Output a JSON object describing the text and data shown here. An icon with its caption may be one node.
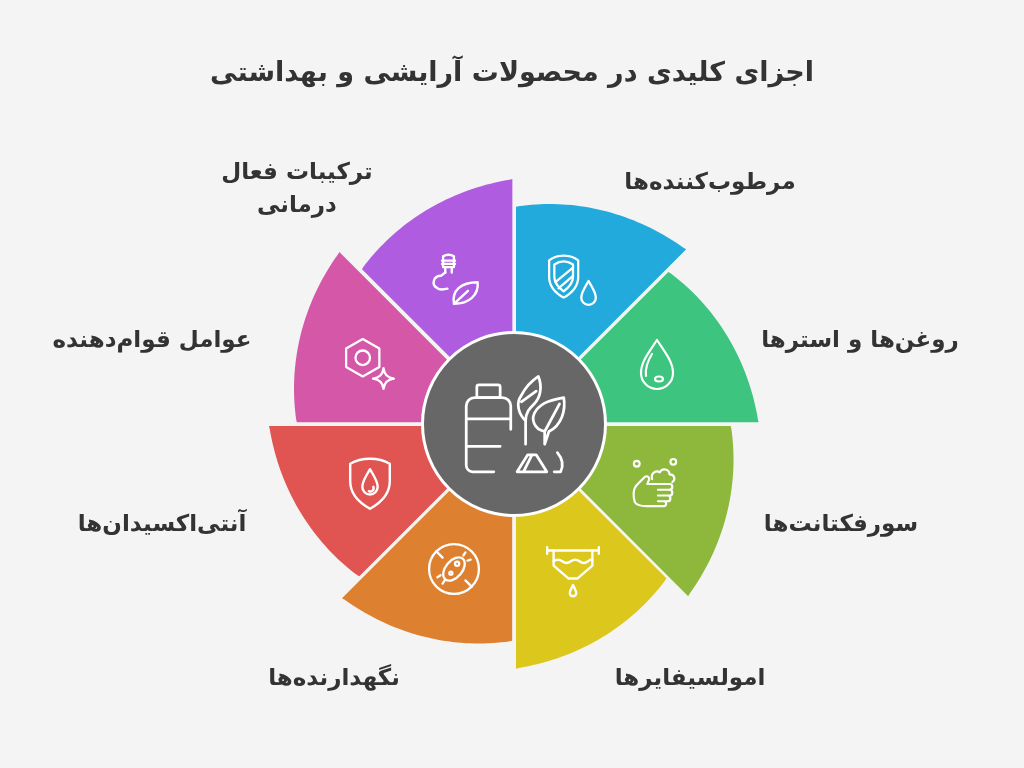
{
  "diagram": {
    "title": "اجزای کلیدی در محصولات آرایشی و بهداشتی",
    "nodes": [
      {
        "text": [
          "مرطوب‌کننده‌ها"
        ]
      },
      {
        "text": [
          "روغن‌ها و استرها"
        ]
      },
      {
        "text": [
          "سورفکتانت‌ها"
        ]
      },
      {
        "text": [
          "امولسیفایرها"
        ]
      },
      {
        "text": [
          "نگهدارنده‌ها"
        ]
      },
      {
        "text": [
          "آنتی‌اکسیدان‌ها"
        ]
      },
      {
        "text": [
          "عوامل قوام‌دهنده"
        ]
      },
      {
        "text": [
          "ترکیبات فعال درمانی"
        ]
      },
      {
        "text": [],
        "shape": "circle"
      }
    ]
  }
}
